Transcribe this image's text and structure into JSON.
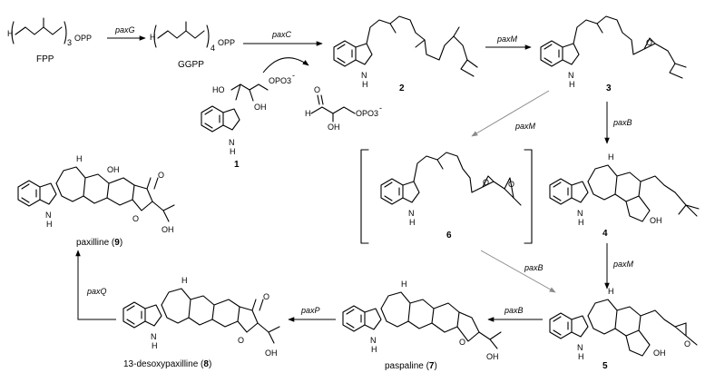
{
  "scheme": {
    "reagents": {
      "fpp": "FPP",
      "ggpp": "GGPP",
      "fpp_group": "OPP",
      "ggpp_group": "OPP",
      "fpp_repeat": "3",
      "ggpp_repeat": "4",
      "h_atom": "H",
      "phosphate": "OPO3",
      "phosphate_charge": "-",
      "ho": "HO",
      "oh": "OH",
      "aldehyde_o": "O",
      "aldehyde_h": "H"
    },
    "enzymes": {
      "paxG": "paxG",
      "paxC": "paxC",
      "paxM_top": "paxM",
      "paxM_diag": "paxM",
      "paxB_vert": "paxB",
      "paxM_vert": "paxM",
      "paxB_diag": "paxB",
      "paxB_bottom": "paxB",
      "paxP": "paxP",
      "paxQ": "paxQ"
    },
    "compounds": {
      "c1": "1",
      "c2": "2",
      "c3": "3",
      "c4": "4",
      "c5": "5",
      "c6": "6",
      "paxilline_name": "paxilline (",
      "paxilline_num": "9",
      "paspaline_name": "paspaline (",
      "paspaline_num": "7",
      "desoxy_name": "13-desoxypaxilline (",
      "desoxy_num": "8",
      "close_paren": ")"
    },
    "atoms": {
      "nh": "N",
      "nh_h": "H",
      "o": "O",
      "oh": "OH",
      "h": "H"
    }
  }
}
